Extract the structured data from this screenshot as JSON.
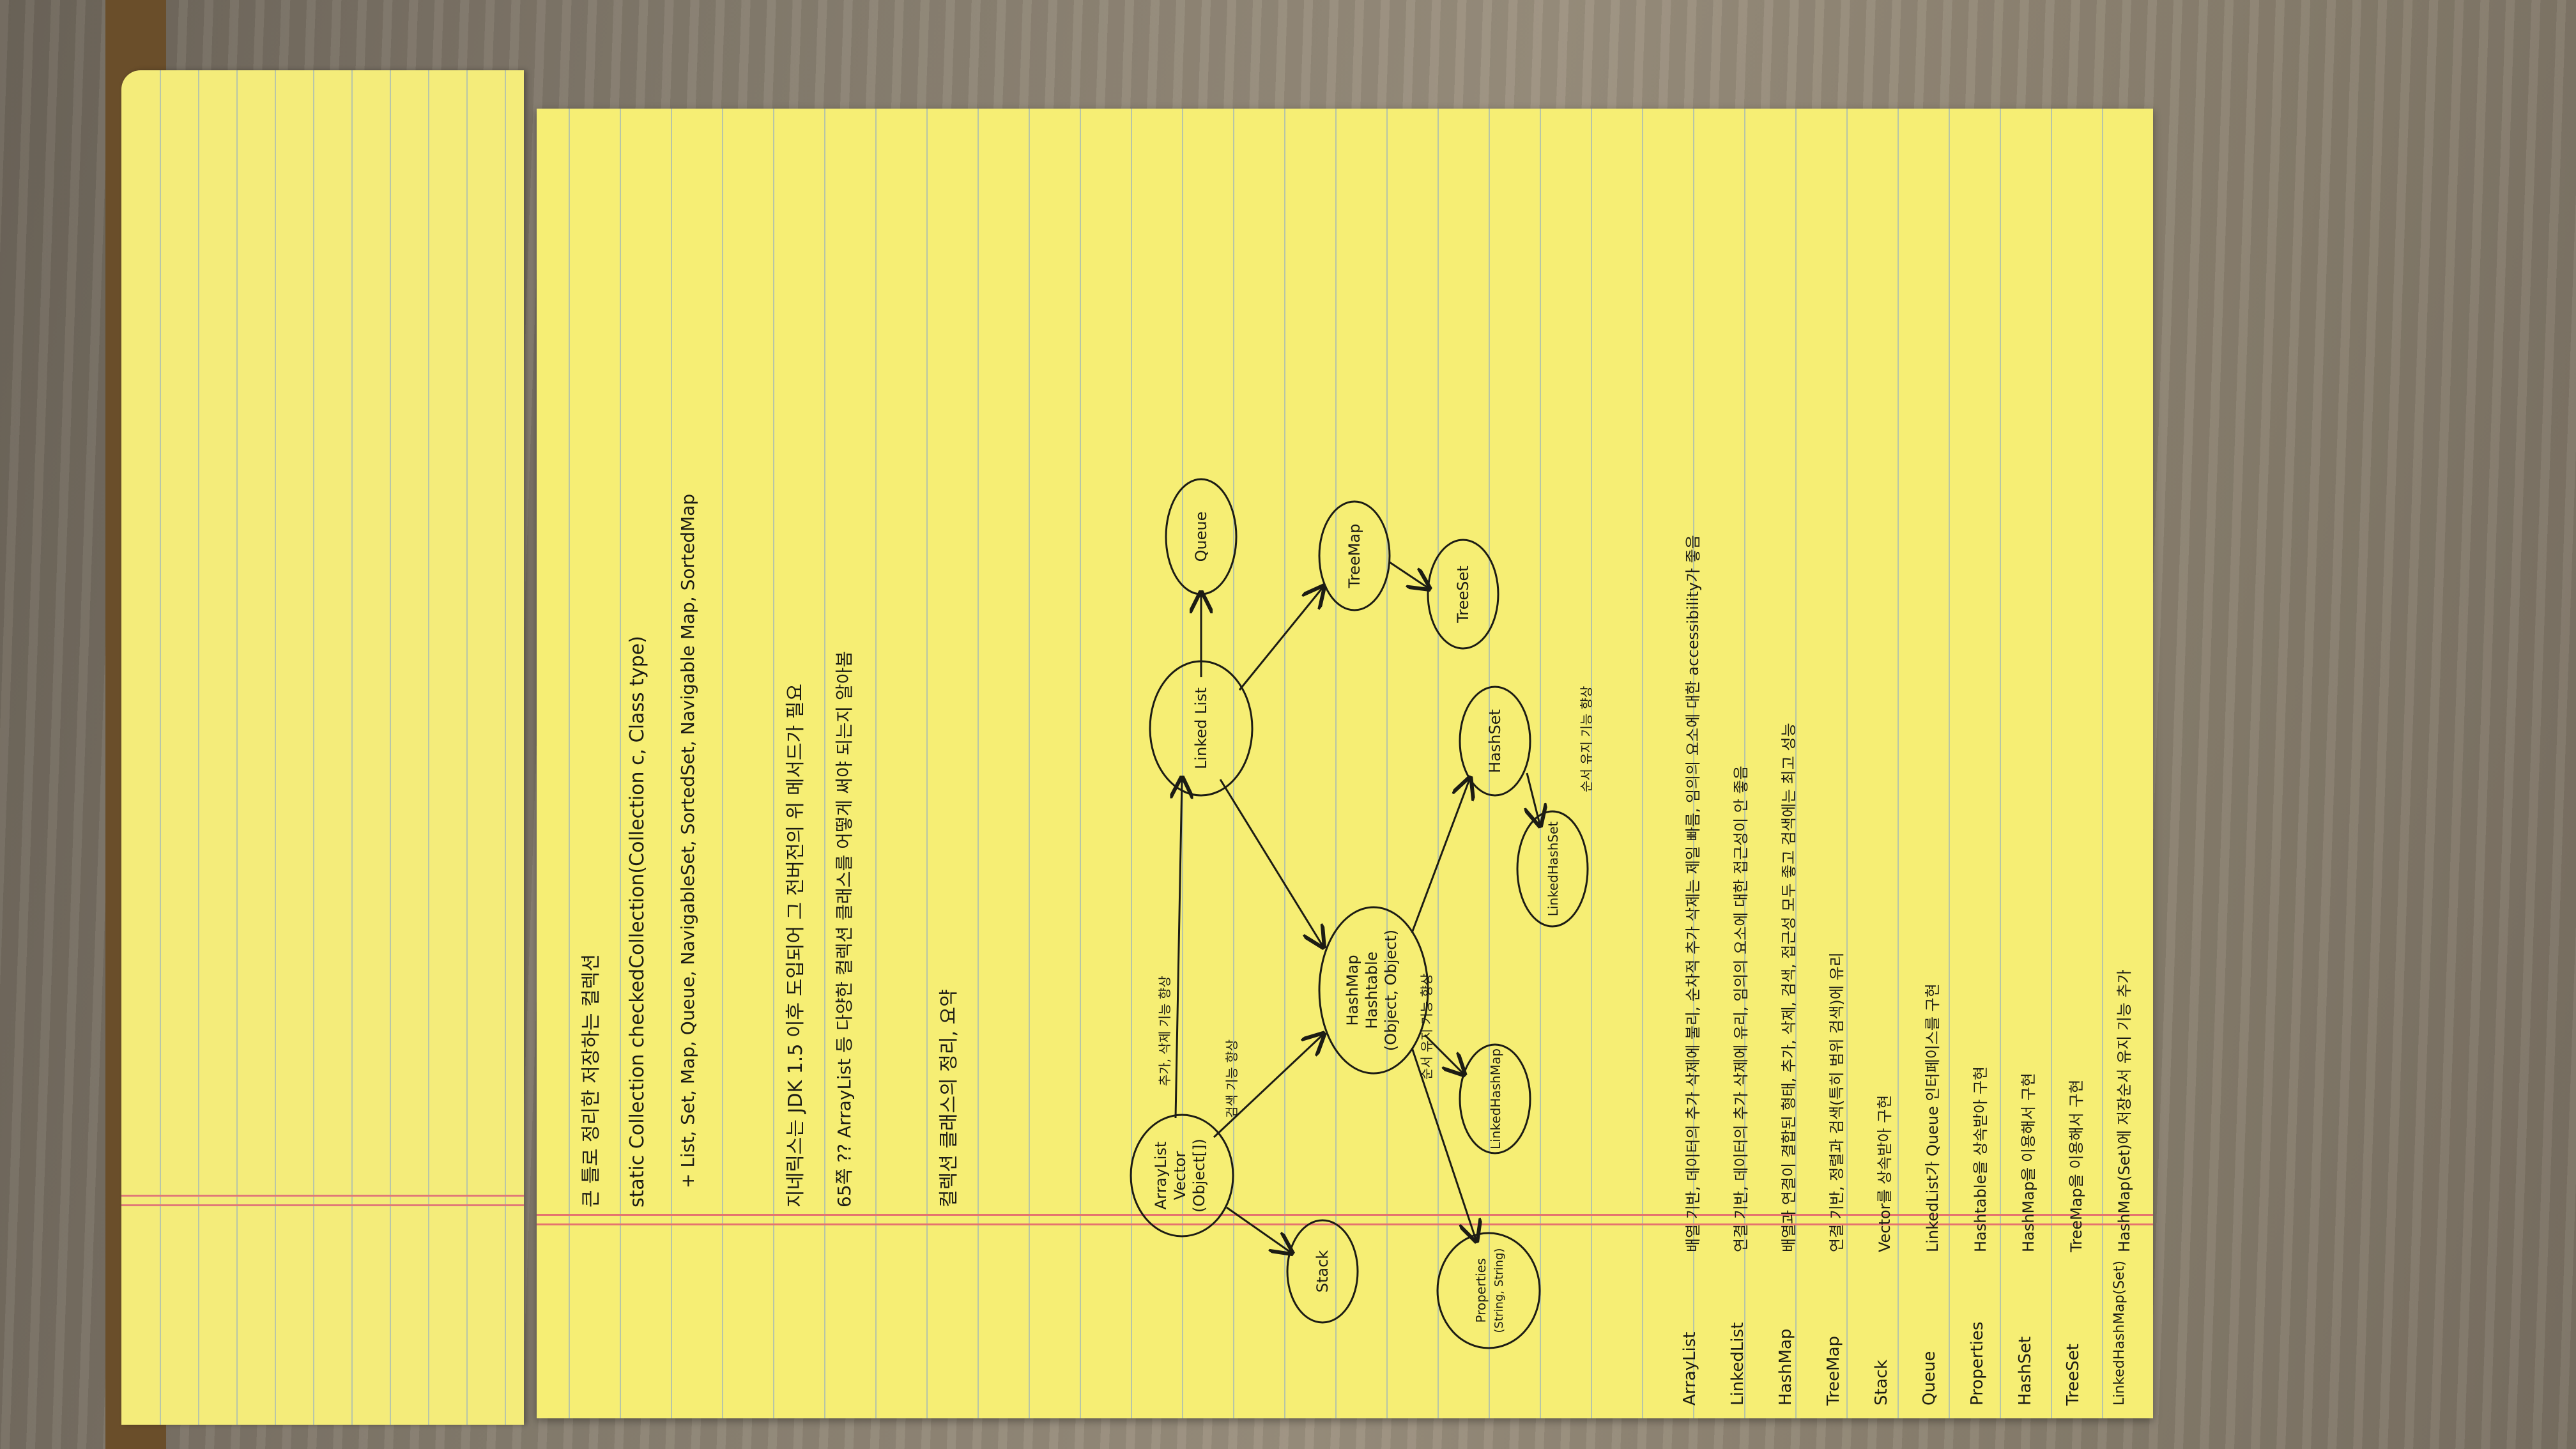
{
  "notes": {
    "lines": [
      "큰 틀로 정리한 저장하는 컬렉션",
      "static Collection checkedCollection(Collection c, Class type)",
      "+ List, Set, Map, Queue, NavigableSet, SortedSet, Navigable Map, SortedMap",
      "지네릭스는 JDK 1.5 이후 도입되어 그 전버전의 위 메서드가 필요",
      "65쪽 ?? ArrayList 등 다양한 컬렉션 클래스를 어떻게 써야 되는지 알아봄",
      "컬렉션 클래스의 정리, 요약"
    ]
  },
  "diagram": {
    "nodes": {
      "arraylist": [
        "ArrayList",
        "Vector",
        "(Object[])"
      ],
      "linkedlist": "Linked List",
      "queue": "Queue",
      "stack": "Stack",
      "hashmap": [
        "HashMap",
        "Hashtable",
        "(Object, Object)"
      ],
      "treemap": "TreeMap",
      "treeset": "TreeSet",
      "hashset": "HashSet",
      "linkedhashset": "LinkedHashSet",
      "linkedhashmap": "LinkedHashMap",
      "properties": [
        "Properties",
        "(String, String)"
      ]
    },
    "edge_labels": {
      "arraylist_linkedlist": "추가, 삭제 기능 향상",
      "arraylist_hashmap": "검색 기능 향상",
      "hashmap_linkedhashmap": "순서 유지 기능 향상",
      "hashset_linkedhashset": "순서 유지 기능 향상"
    }
  },
  "summary_table": {
    "rows": [
      {
        "name": "ArrayList",
        "desc": "배열 기반, 데이터의 추가 삭제에 불리, 순차적 추가 삭제는 제일 빠름, 임의의 요소에 대한 accessibility가 좋음"
      },
      {
        "name": "LinkedList",
        "desc": "연결 기반, 데이터의 추가 삭제에 유리, 임의의 요소에 대한 접근성이 안 좋음"
      },
      {
        "name": "HashMap",
        "desc": "배열과 연결이 결합된 형태, 추가, 삭제, 검색, 접근성 모두 좋고 검색에는 최고 성능"
      },
      {
        "name": "TreeMap",
        "desc": "연결 기반, 정렬과 검색(특히 범위 검색)에 유리"
      },
      {
        "name": "Stack",
        "desc": "Vector를 상속받아 구현"
      },
      {
        "name": "Queue",
        "desc": "LinkedList가 Queue 인터페이스를 구현"
      },
      {
        "name": "Properties",
        "desc": "Hashtable을 상속받아 구현"
      },
      {
        "name": "HashSet",
        "desc": "HashMap을 이용해서 구현"
      },
      {
        "name": "TreeSet",
        "desc": "TreeMap을 이용해서 구현"
      },
      {
        "name": "LinkedHashMap(Set)",
        "desc": "HashMap(Set)에 저장순서 유지 기능 추가"
      }
    ]
  }
}
